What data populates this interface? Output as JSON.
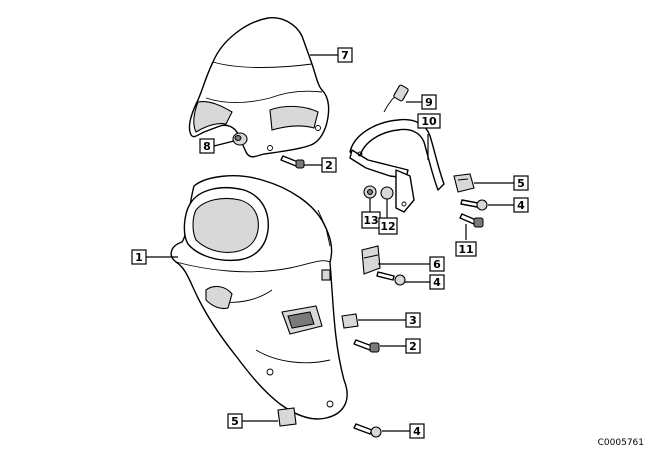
{
  "callouts": [
    {
      "id": "c7",
      "label": "7"
    },
    {
      "id": "c8",
      "label": "8"
    },
    {
      "id": "c2a",
      "label": "2"
    },
    {
      "id": "c9",
      "label": "9"
    },
    {
      "id": "c10",
      "label": "10"
    },
    {
      "id": "c5a",
      "label": "5"
    },
    {
      "id": "c4a",
      "label": "4"
    },
    {
      "id": "c13",
      "label": "13"
    },
    {
      "id": "c12",
      "label": "12"
    },
    {
      "id": "c11",
      "label": "11"
    },
    {
      "id": "c1",
      "label": "1"
    },
    {
      "id": "c6",
      "label": "6"
    },
    {
      "id": "c4b",
      "label": "4"
    },
    {
      "id": "c3",
      "label": "3"
    },
    {
      "id": "c2b",
      "label": "2"
    },
    {
      "id": "c5b",
      "label": "5"
    },
    {
      "id": "c4c",
      "label": "4"
    }
  ],
  "drawing_code": "C0005761"
}
